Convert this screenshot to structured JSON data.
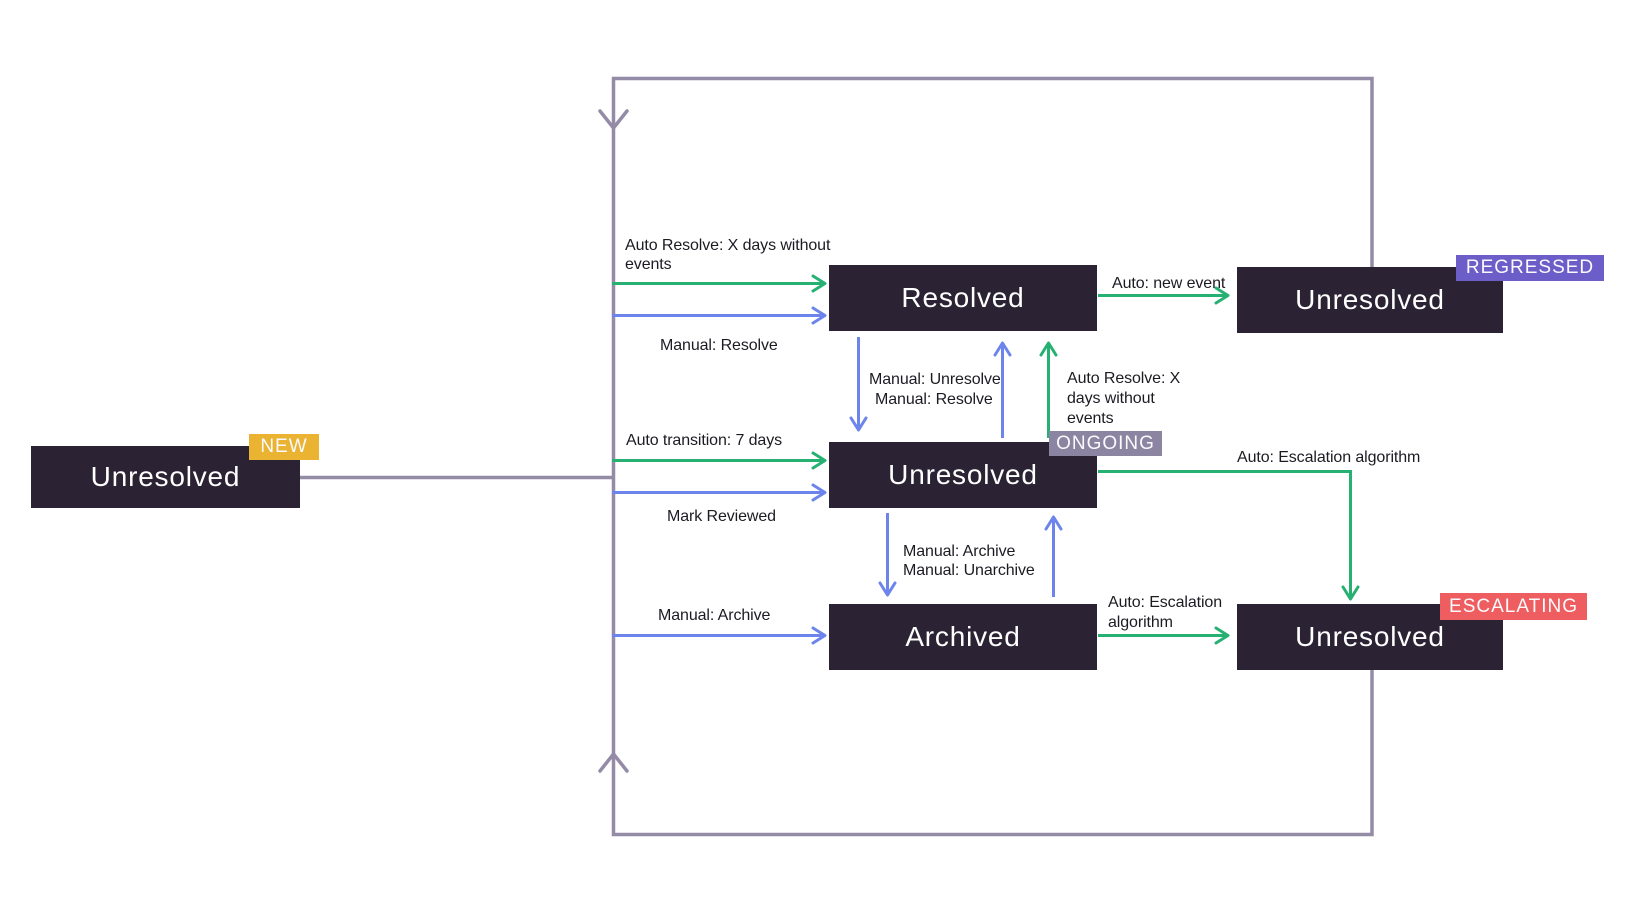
{
  "states": {
    "new": {
      "label": "Unresolved",
      "badge": "NEW"
    },
    "resolved": {
      "label": "Resolved"
    },
    "regressed": {
      "label": "Unresolved",
      "badge": "REGRESSED"
    },
    "ongoing": {
      "label": "Unresolved",
      "badge": "ONGOING"
    },
    "archived": {
      "label": "Archived"
    },
    "escalating": {
      "label": "Unresolved",
      "badge": "ESCALATING"
    }
  },
  "transitions": {
    "auto_resolve_from_new": [
      "Auto Resolve: X days without",
      "events"
    ],
    "manual_resolve_from_new": "Manual: Resolve",
    "auto_new_event": "Auto: new event",
    "manual_unresolve": "Manual: Unresolve",
    "manual_resolve_from_ongoing": "Manual: Resolve",
    "auto_resolve_from_ongoing": [
      "Auto Resolve: X",
      "days without",
      "events"
    ],
    "auto_transition_7_days": "Auto transition: 7 days",
    "mark_reviewed": "Mark Reviewed",
    "auto_escalation_from_ongoing": "Auto: Escalation algorithm",
    "manual_archive_pair": "Manual: Archive",
    "manual_unarchive_pair": "Manual: Unarchive",
    "manual_archive_from_new": "Manual: Archive",
    "auto_escalation_from_archived": [
      "Auto: Escalation",
      "algorithm"
    ]
  },
  "colors": {
    "auto_transition_green": "#26b173",
    "manual_transition_blue": "#6d84ec",
    "loop_gray": "#948ba6",
    "state_box_bg": "#2b2333",
    "state_box_text": "#ffffff",
    "badge_new_bg": "#eab432",
    "badge_ongoing_bg": "#8c85a2",
    "badge_regressed_bg": "#6c5ec8",
    "badge_escalating_bg": "#ee5e60",
    "label_text": "#1c1b22"
  }
}
